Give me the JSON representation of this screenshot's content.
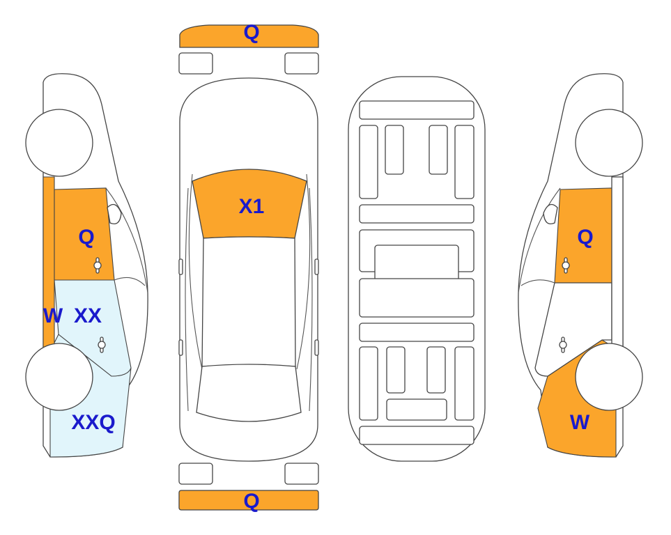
{
  "colors": {
    "damaged": "#FBA52B",
    "light": "#E1F5FB",
    "outline": "#444444",
    "label": "#1A1ACC"
  },
  "labels": {
    "front_bumper": "Q",
    "rear_bumper": "Q",
    "windshield": "X1",
    "left_front_door": "Q",
    "left_rocker": "W",
    "left_rear_door": "XX",
    "left_rear_quarter": "XXQ",
    "right_front_door": "Q",
    "right_rear_quarter": "W"
  }
}
